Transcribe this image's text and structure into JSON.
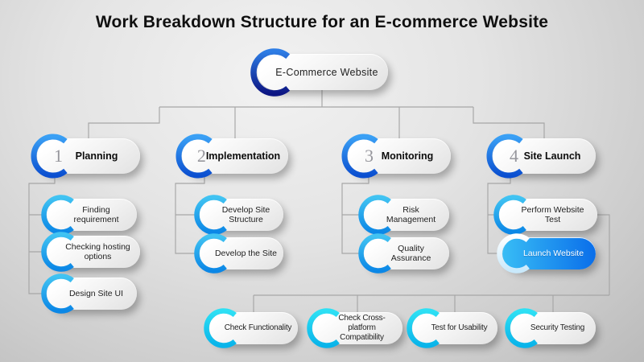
{
  "title": "Work Breakdown Structure for an E-commerce Website",
  "root": {
    "label": "E-Commerce Website"
  },
  "branches": [
    {
      "num": "1",
      "label": "Planning",
      "children": [
        "Finding requirement",
        "Checking hosting options",
        "Design Site UI"
      ]
    },
    {
      "num": "2",
      "label": "Implementation",
      "children": [
        "Develop Site Structure",
        "Develop the Site"
      ]
    },
    {
      "num": "3",
      "label": "Monitoring",
      "children": [
        "Risk Management",
        "Quality Assurance"
      ]
    },
    {
      "num": "4",
      "label": "Site Launch",
      "children": [
        "Perform Website Test",
        "Launch Website"
      ]
    }
  ],
  "test_tasks": [
    "Check Functionality",
    "Check Cross-platform Compatibility",
    "Test for Usability",
    "Security Testing"
  ],
  "highlighted_task": "Launch Website",
  "colors": {
    "root_arc_top": "#2e7de5",
    "root_arc_bottom": "#0c1583",
    "branch_arc_top": "#3aa0f5",
    "branch_arc_bottom": "#0b4fd0",
    "child_arc_top": "#41c3f2",
    "child_arc_bottom": "#0b87e6",
    "test_arc_top": "#2ee0f4",
    "test_arc_bottom": "#09b4ea",
    "highlight_arc_top": "#ffffff",
    "highlight_arc_bottom": "#c9e9fb",
    "highlight_pill_left": "#38bdf5",
    "highlight_pill_right": "#0a6eea",
    "connector": "#a6a6a6"
  }
}
